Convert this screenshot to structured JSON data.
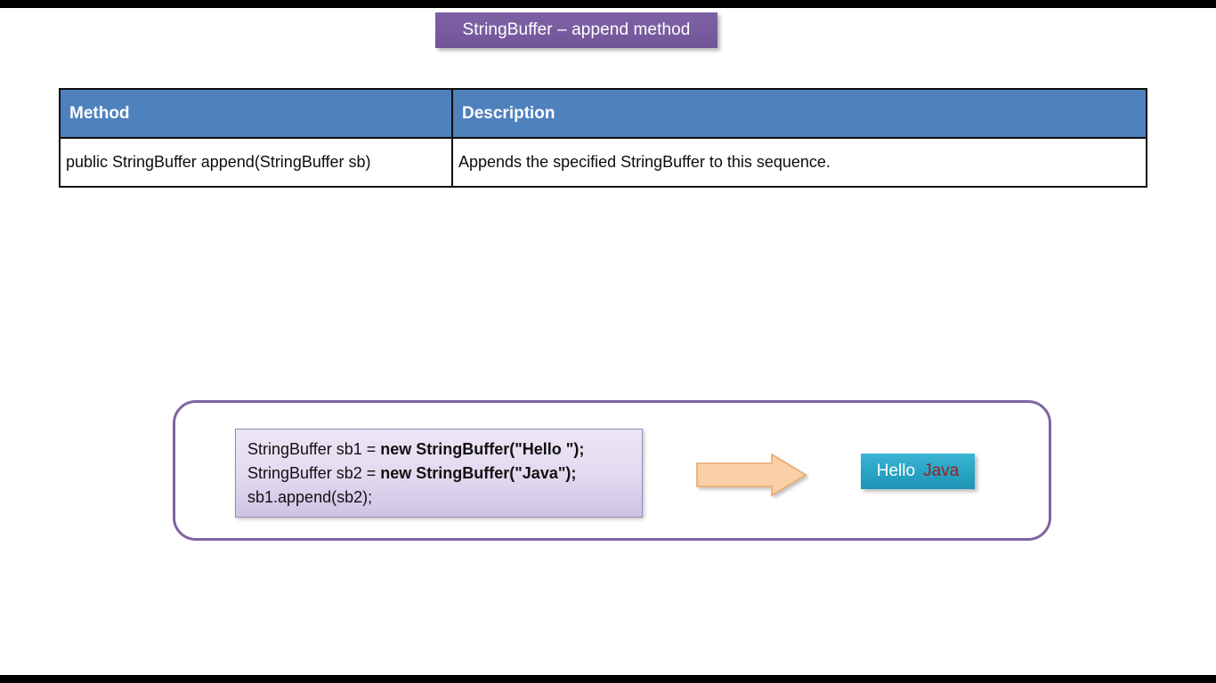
{
  "slide": {
    "title": "StringBuffer – append method",
    "background_color": "#ffffff",
    "letterbox_color": "#000000"
  },
  "banner": {
    "label": "StringBuffer – append method",
    "fill_color": "#7a5da1",
    "text_color": "#ffffff"
  },
  "table": {
    "header_fill": "#4f81bd",
    "header_text_color": "#ffffff",
    "border_color": "#0d0d0d",
    "columns": [
      "Method",
      "Description"
    ],
    "rows": [
      {
        "method": "public StringBuffer append(StringBuffer sb)",
        "description": "Appends the specified StringBuffer to this sequence."
      }
    ]
  },
  "example": {
    "border_color": "#8064a2",
    "code_panel": {
      "fill_color": "#e3dbf0",
      "border_color": "#9a86bb",
      "lines": [
        {
          "plain_prefix": "StringBuffer sb1 = ",
          "bold_text": "new StringBuffer(\"Hello \");",
          "plain_suffix": ""
        },
        {
          "plain_prefix": "StringBuffer sb2 = ",
          "bold_text": "new StringBuffer(\"Java\");",
          "plain_suffix": ""
        },
        {
          "plain_prefix": "sb1.append(sb2);",
          "bold_text": "",
          "plain_suffix": ""
        }
      ]
    },
    "arrow": {
      "icon": "right-arrow-icon",
      "fill_color": "#fbd0a6",
      "border_color": "#e8a76a",
      "direction": "right"
    },
    "output": {
      "fill_color": "#2ba8c8",
      "first_word": "Hello",
      "first_word_color": "#ffffff",
      "second_word": "Java",
      "second_word_color": "#9e1b20"
    }
  }
}
